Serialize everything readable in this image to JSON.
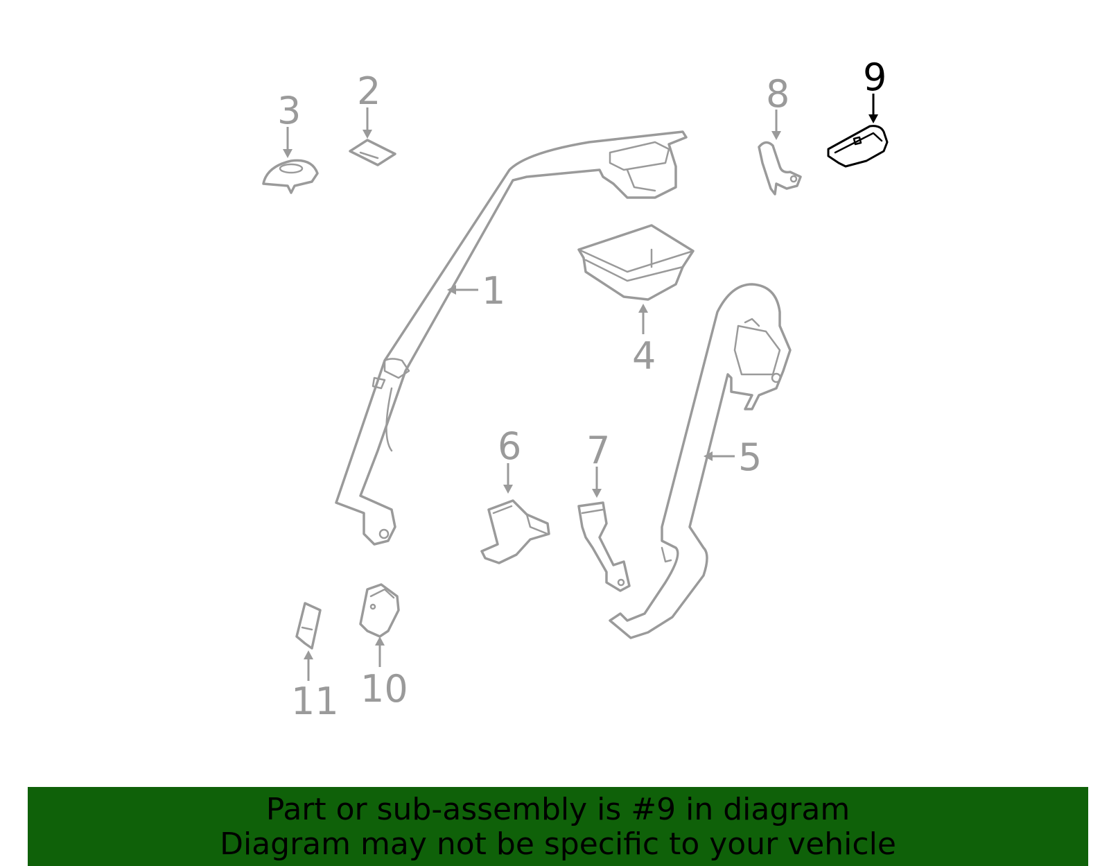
{
  "callouts": {
    "c1": "1",
    "c2": "2",
    "c3": "3",
    "c4": "4",
    "c5": "5",
    "c6": "6",
    "c7": "7",
    "c8": "8",
    "c9": "9",
    "c10": "10",
    "c11": "11"
  },
  "highlighted_part": "9",
  "colors": {
    "highlight_fill": "#0f6109",
    "banner_bg": "#0f6109",
    "part_stroke": "#9a9a9a"
  },
  "banner": {
    "line1": "Part or sub-assembly is #9 in diagram",
    "line2": "Diagram may not be specific to your vehicle"
  }
}
